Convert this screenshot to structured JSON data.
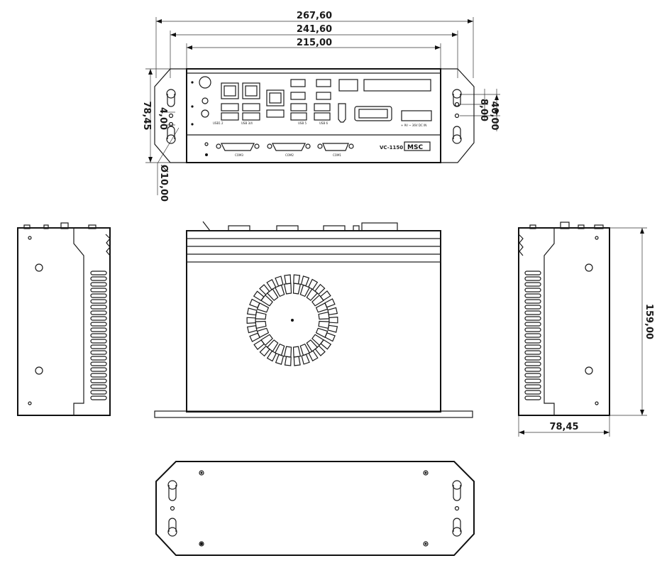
{
  "front_view": {
    "dimensions": {
      "overall_width": "267,60",
      "mount_width": "241,60",
      "body_width": "215,00",
      "height": "78,45",
      "hole_offset": "4,00",
      "hole_spacing_small": "8,00",
      "hole_spacing_large": "40,00",
      "hole_diameter": "Ø10,00"
    },
    "brand_logo": "MSC",
    "model_label": "VC-1150"
  },
  "side_view": {
    "dimensions": {
      "depth": "159,00",
      "width": "78,45"
    }
  }
}
